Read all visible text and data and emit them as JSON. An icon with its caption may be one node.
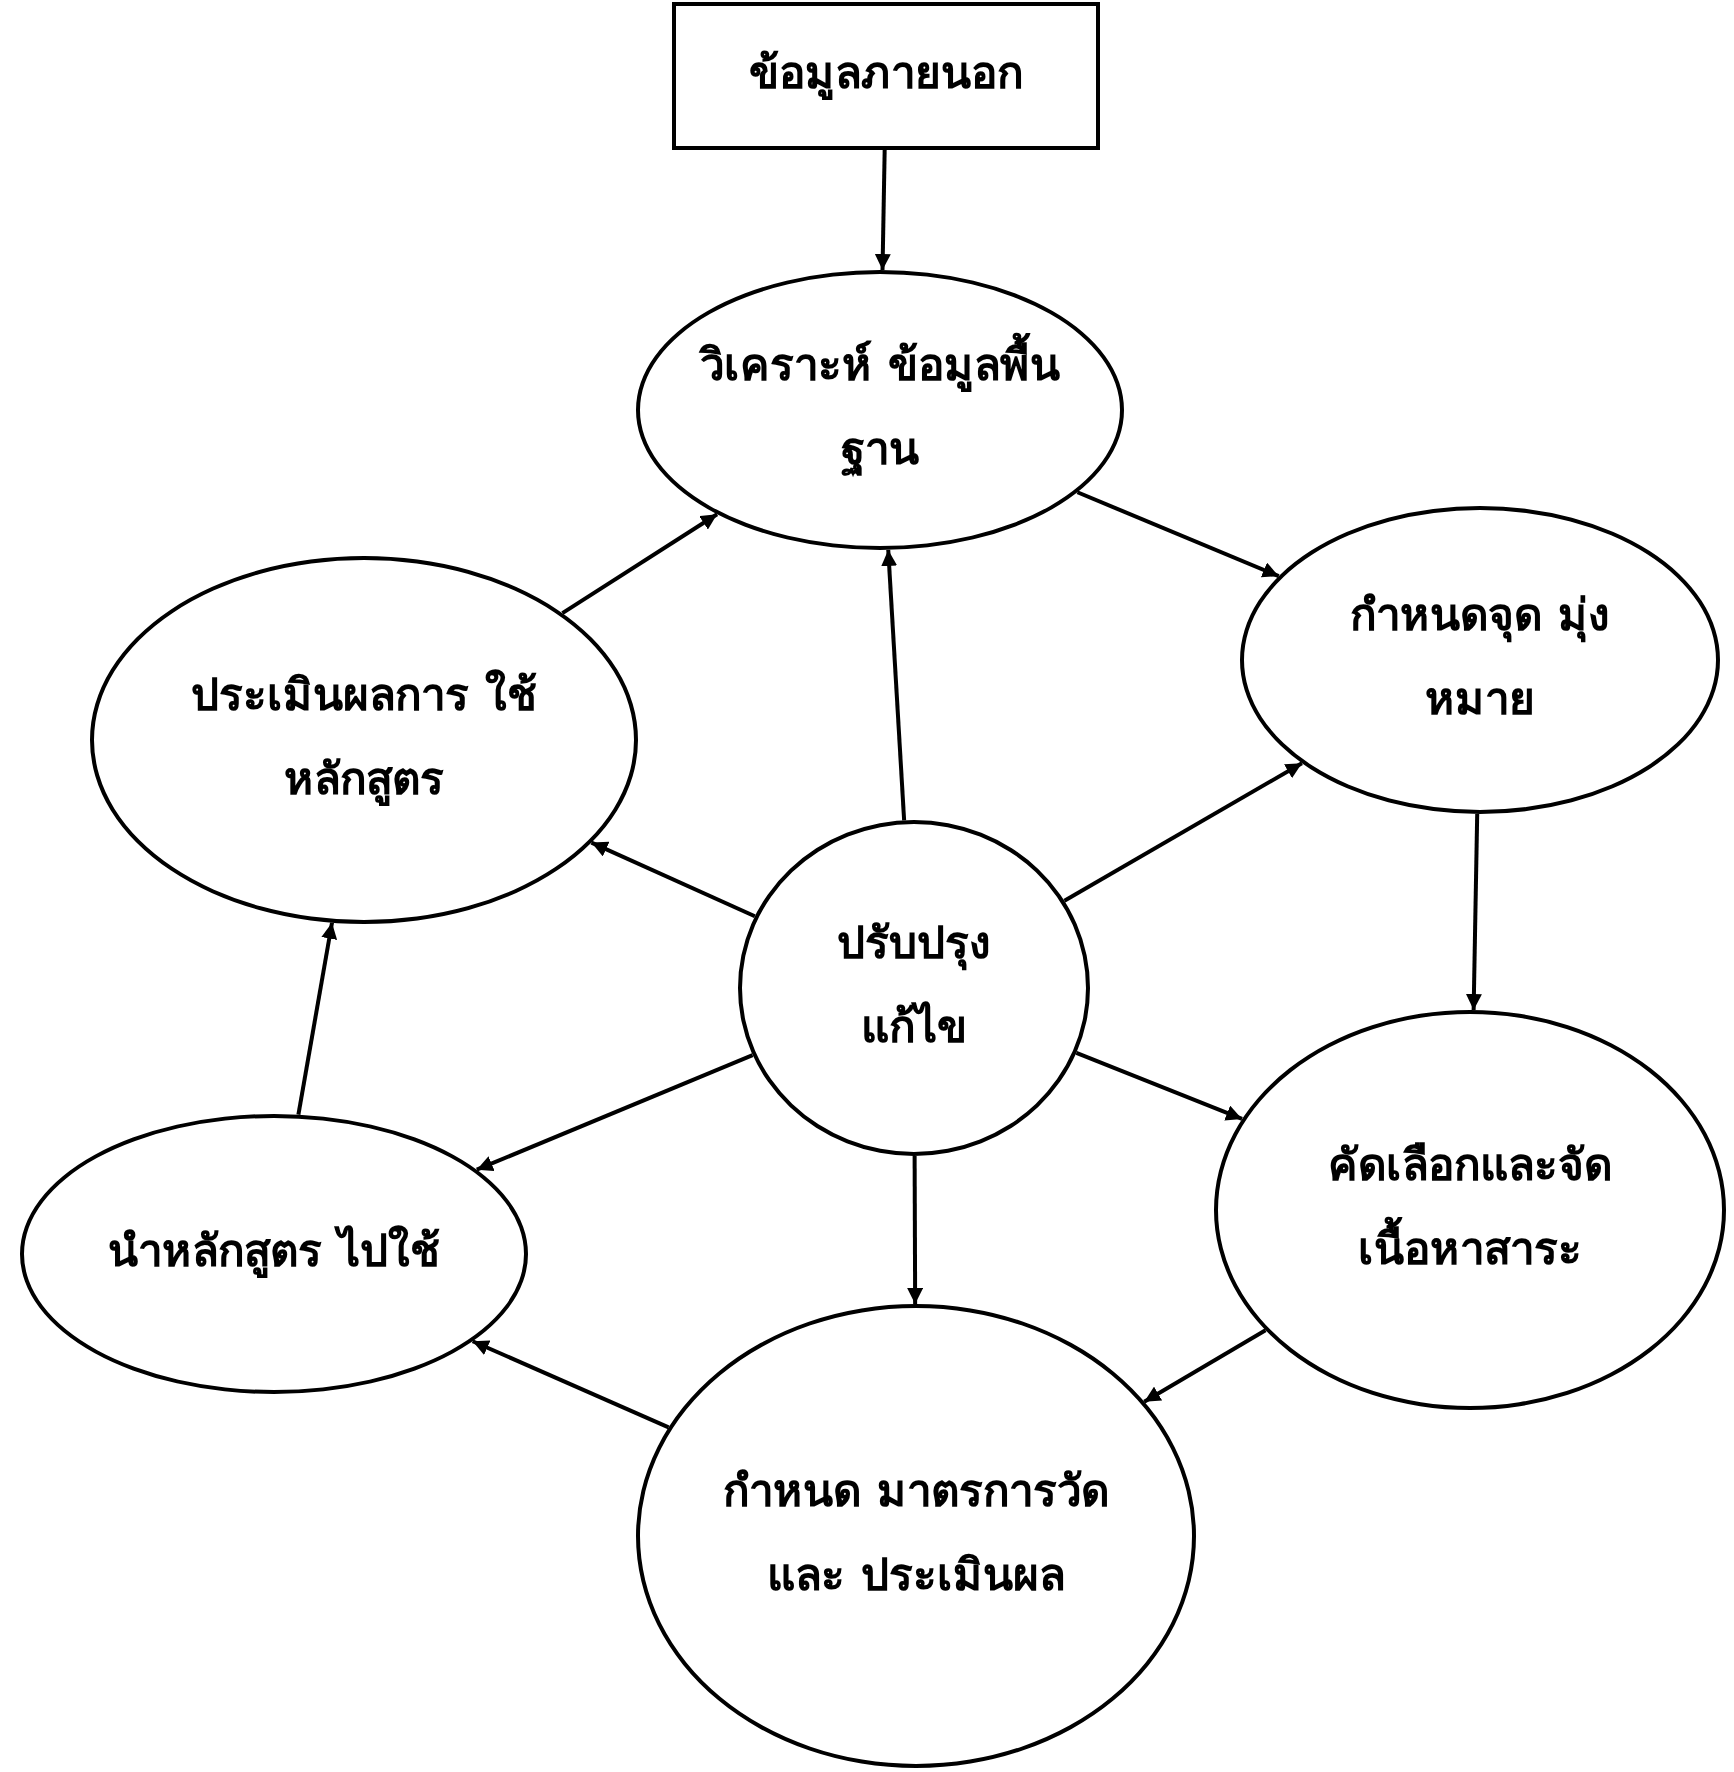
{
  "diagram": {
    "nodes": [
      {
        "text": [
          "ข้อมูลภายนอก"
        ]
      },
      {
        "text": [
          "วิเคราะห์ ข้อมูลพื้นฐาน"
        ]
      },
      {
        "text": [
          "ประเมินผลการ ใช้หลักสูตร"
        ]
      },
      {
        "text": [
          "กำหนดจุด มุ่งหมาย"
        ]
      },
      {
        "text": [
          "ปรับปรุง แก้ไข"
        ]
      },
      {
        "text": [
          "นำหลักสูตร ไปใช้"
        ]
      },
      {
        "text": [
          "คัดเลือกและจัด เนื้อหาสาระ"
        ]
      },
      {
        "text": [
          "กำหนด มาตรการวัดและ ประเมินผล"
        ]
      }
    ],
    "edges": [
      {
        "from": 0,
        "to": 1,
        "arrow": "to"
      },
      {
        "from": 1,
        "to": 3,
        "arrow": "to"
      },
      {
        "from": 3,
        "to": 6,
        "arrow": "to"
      },
      {
        "from": 6,
        "to": 7,
        "arrow": "to"
      },
      {
        "from": 7,
        "to": 5,
        "arrow": "to"
      },
      {
        "from": 5,
        "to": 2,
        "arrow": "to"
      },
      {
        "from": 2,
        "to": 1,
        "arrow": "to"
      },
      {
        "from": 4,
        "to": 1,
        "arrow": "to"
      },
      {
        "from": 4,
        "to": 3,
        "arrow": "to"
      },
      {
        "from": 4,
        "to": 6,
        "arrow": "to"
      },
      {
        "from": 4,
        "to": 7,
        "arrow": "to"
      },
      {
        "from": 4,
        "to": 5,
        "arrow": "to"
      },
      {
        "from": 4,
        "to": 2,
        "arrow": "to"
      }
    ]
  }
}
